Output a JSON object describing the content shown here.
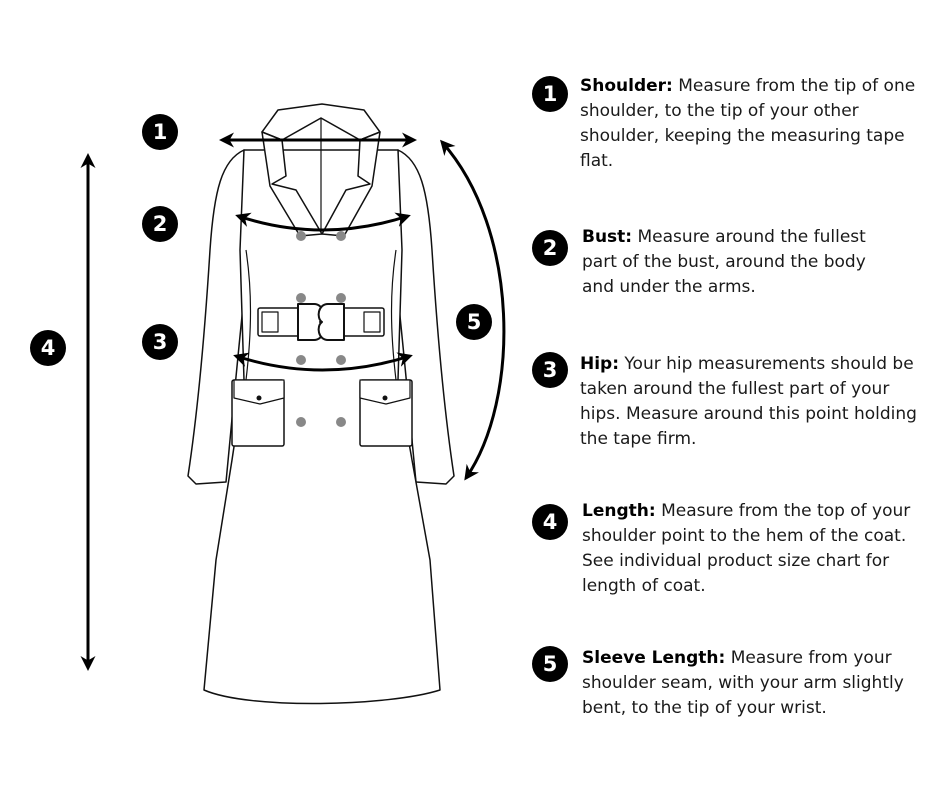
{
  "diagram": {
    "markers": [
      "1",
      "2",
      "3",
      "4",
      "5"
    ]
  },
  "instructions": [
    {
      "number": "1",
      "title": "Shoulder:",
      "text": " Measure from the tip of one shoulder, to the tip of your other shoulder, keeping the measuring tape flat."
    },
    {
      "number": "2",
      "title": "Bust:",
      "text": " Measure around the fullest part of the bust, around the body and under the arms."
    },
    {
      "number": "3",
      "title": "Hip:",
      "text": " Your hip measurements should be taken around the fullest part of your hips. Measure around this point holding the tape firm."
    },
    {
      "number": "4",
      "title": "Length:",
      "text": " Measure from the top of your shoulder point to the hem of the coat. See individual product size chart for length of coat."
    },
    {
      "number": "5",
      "title": "Sleeve Length:",
      "text": " Measure from your shoulder seam, with your arm slightly bent, to the tip of your wrist."
    }
  ]
}
